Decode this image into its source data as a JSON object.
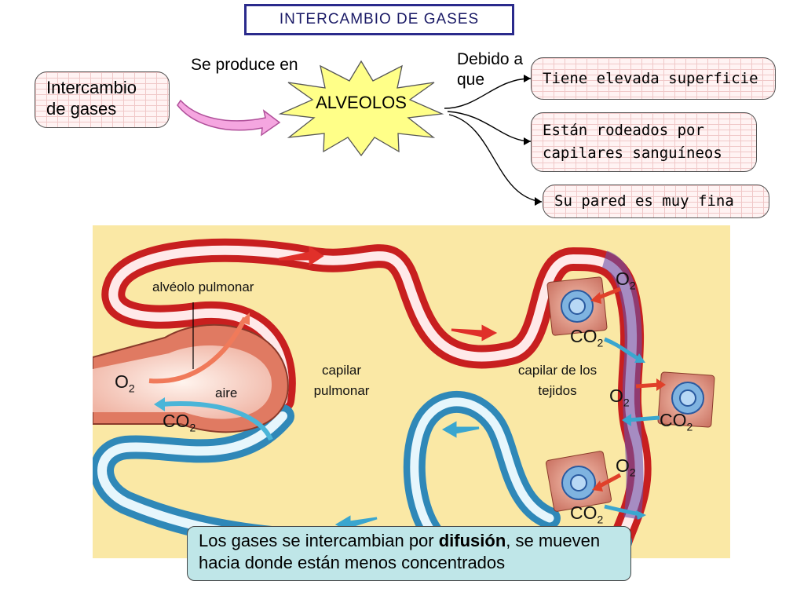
{
  "title": "INTERCAMBIO DE GASES",
  "concept_box": "Intercambio de gases",
  "arrow_label": "Se produce en",
  "center_label": "ALVEOLOS",
  "reason_label": "Debido a que",
  "reasons": [
    "Tiene elevada superficie",
    "Están rodeados por capilares sanguíneos",
    "Su pared es muy fina"
  ],
  "diagram": {
    "alveolo": "alvéolo pulmonar",
    "aire": "aire",
    "capilar_pulmonar": "capilar pulmonar",
    "capilar_tejidos": "capilar de los tejidos",
    "o2": "O",
    "co2": "CO",
    "subscript": "2"
  },
  "caption": {
    "before": "Los gases se intercambian por ",
    "bold": "difusión",
    "after": ", se mueven hacia donde están menos concentrados"
  },
  "colors": {
    "background_panel": "#fae8a5",
    "oxygenated": "#e0302a",
    "deoxygenated": "#3aa6cf",
    "caption_bg": "#bfe6e8"
  }
}
